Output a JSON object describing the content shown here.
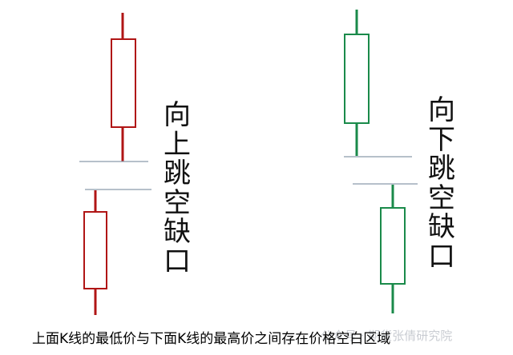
{
  "labels": {
    "gap_up": "向上跳空缺口",
    "gap_down": "向下跳空缺口"
  },
  "caption": "上面K线的最低价与下面K线的最高价之间存在价格空白区域",
  "watermark": "公众号 · 期货张倩研究院",
  "colors": {
    "up": "#b01515",
    "down": "#1a8a4a",
    "gap_line": "#8a9aaa"
  }
}
